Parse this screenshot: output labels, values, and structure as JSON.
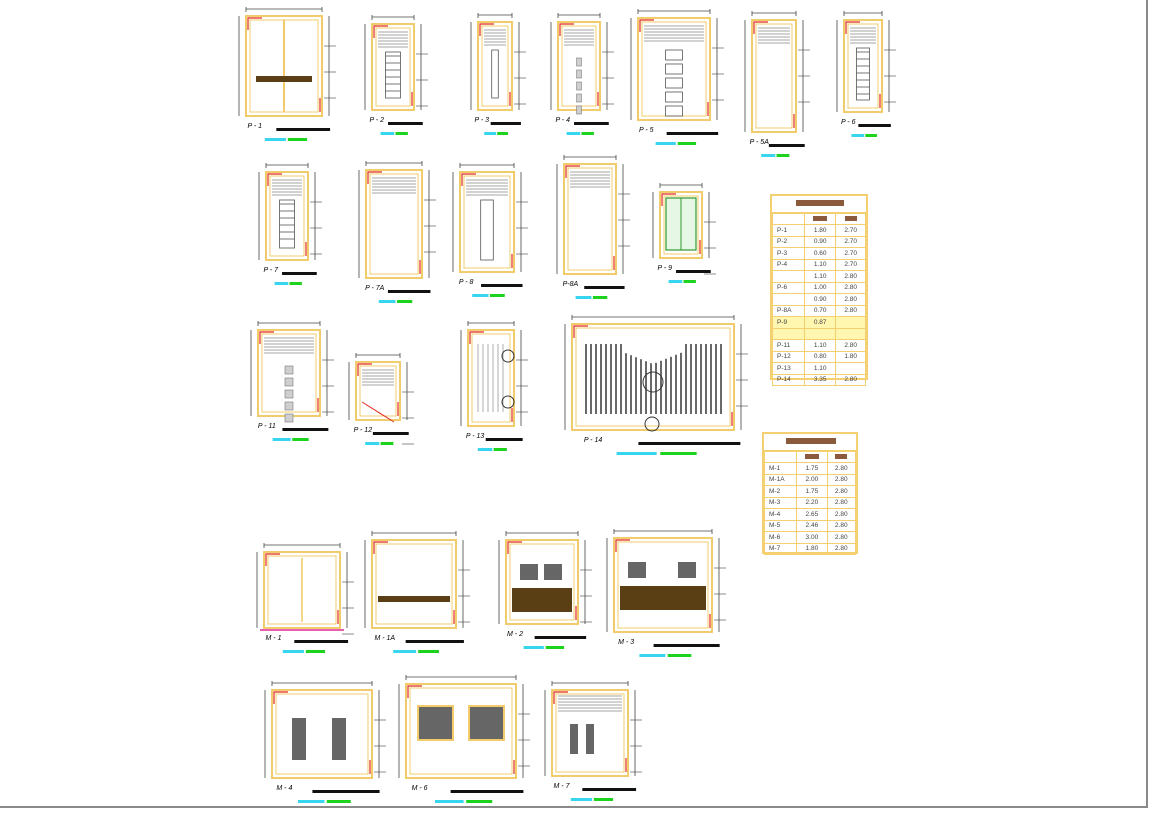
{
  "colors": {
    "frame": "#f2cc6a",
    "dimension": "#444444",
    "accent_red": "#e22a1f",
    "panel_brown": "#5b3f14",
    "label_cyan": "#38d5ee",
    "label_green": "#1dd31d",
    "glass": "#cfcfcf",
    "table_border": "#f5d070"
  },
  "puertas": [
    {
      "id": "P-1",
      "label": "P - 1"
    },
    {
      "id": "P-2",
      "label": "P - 2"
    },
    {
      "id": "P-3",
      "label": "P - 3"
    },
    {
      "id": "P-4",
      "label": "P - 4"
    },
    {
      "id": "P-5",
      "label": "P - 5"
    },
    {
      "id": "P-5A",
      "label": "P - 5A"
    },
    {
      "id": "P-6",
      "label": "P - 6"
    },
    {
      "id": "P-7",
      "label": "P - 7"
    },
    {
      "id": "P-7A",
      "label": "P - 7A"
    },
    {
      "id": "P-8",
      "label": "P - 8"
    },
    {
      "id": "P-8A",
      "label": "P-8A"
    },
    {
      "id": "P-9",
      "label": "P - 9"
    },
    {
      "id": "P-11",
      "label": "P - 11"
    },
    {
      "id": "P-12",
      "label": "P - 12"
    },
    {
      "id": "P-13",
      "label": "P - 13"
    },
    {
      "id": "P-14",
      "label": "P - 14"
    }
  ],
  "mamparas": [
    {
      "id": "M-1",
      "label": "M - 1"
    },
    {
      "id": "M-1A",
      "label": "M - 1A"
    },
    {
      "id": "M-2",
      "label": "M - 2"
    },
    {
      "id": "M-3",
      "label": "M - 3"
    },
    {
      "id": "M-4",
      "label": "M - 4"
    },
    {
      "id": "M-6",
      "label": "M - 6"
    },
    {
      "id": "M-7",
      "label": "M - 7"
    }
  ],
  "doors_table": {
    "rows": [
      {
        "code": "P-1",
        "width": "1.80",
        "height": "2.70"
      },
      {
        "code": "P-2",
        "width": "0.90",
        "height": "2.70"
      },
      {
        "code": "P-3",
        "width": "0.60",
        "height": "2.70"
      },
      {
        "code": "P-4",
        "width": "1.10",
        "height": "2.70"
      },
      {
        "code": "",
        "width": "1.10",
        "height": "2.80"
      },
      {
        "code": "P-6",
        "width": "1.00",
        "height": "2.80"
      },
      {
        "code": "",
        "width": "0.90",
        "height": "2.80"
      },
      {
        "code": "P-8A",
        "width": "0.70",
        "height": "2.80"
      },
      {
        "code": "P-9",
        "width": "0.87",
        "height": ""
      },
      {
        "code": "",
        "width": "",
        "height": ""
      },
      {
        "code": "P-11",
        "width": "1.10",
        "height": "2.80"
      },
      {
        "code": "P-12",
        "width": "0.80",
        "height": "1.80"
      },
      {
        "code": "P-13",
        "width": "1.10",
        "height": ""
      },
      {
        "code": "P-14",
        "width": "3.35",
        "height": "2.80"
      }
    ]
  },
  "screens_table": {
    "rows": [
      {
        "code": "M-1",
        "width": "1.75",
        "height": "2.80"
      },
      {
        "code": "M-1A",
        "width": "2.00",
        "height": "2.80"
      },
      {
        "code": "M-2",
        "width": "1.75",
        "height": "2.80"
      },
      {
        "code": "M-3",
        "width": "2.20",
        "height": "2.80"
      },
      {
        "code": "M-4",
        "width": "2.65",
        "height": "2.80"
      },
      {
        "code": "M-5",
        "width": "2.46",
        "height": "2.80"
      },
      {
        "code": "M-6",
        "width": "3.00",
        "height": "2.80"
      },
      {
        "code": "M-7",
        "width": "1.80",
        "height": "2.80"
      }
    ]
  }
}
